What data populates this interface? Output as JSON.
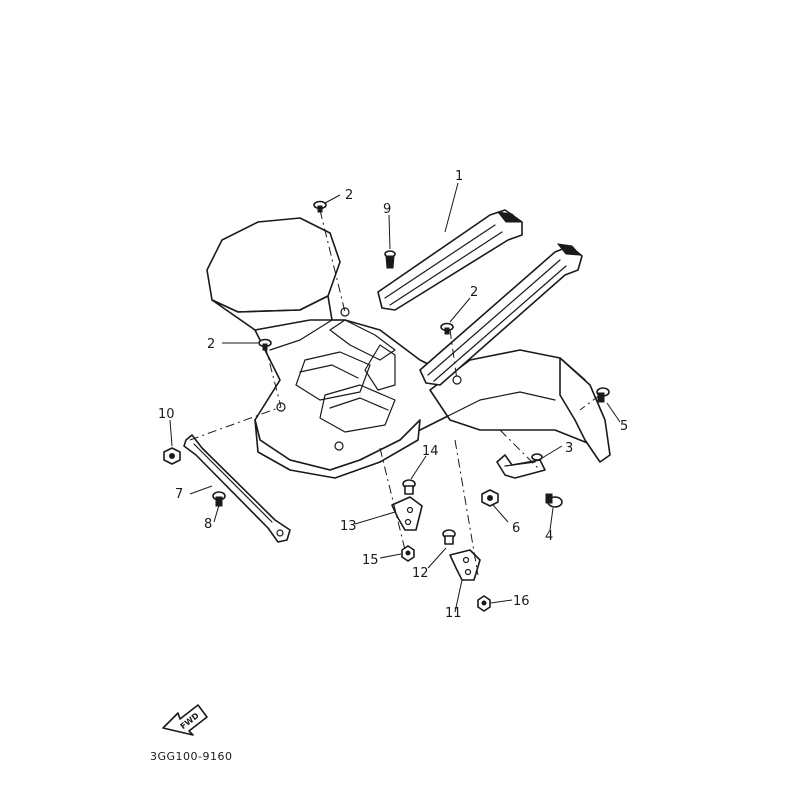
{
  "callouts": {
    "c1": "1",
    "c2a": "2",
    "c2b": "2",
    "c2c": "2",
    "c3": "3",
    "c4": "4",
    "c5": "5",
    "c6": "6",
    "c7": "7",
    "c8": "8",
    "c9": "9",
    "c10": "10",
    "c11": "11",
    "c12": "12",
    "c13": "13",
    "c14": "14",
    "c15": "15",
    "c16": "16"
  },
  "fwd_label": "FWD",
  "diagram_code": "3GG100-9160"
}
